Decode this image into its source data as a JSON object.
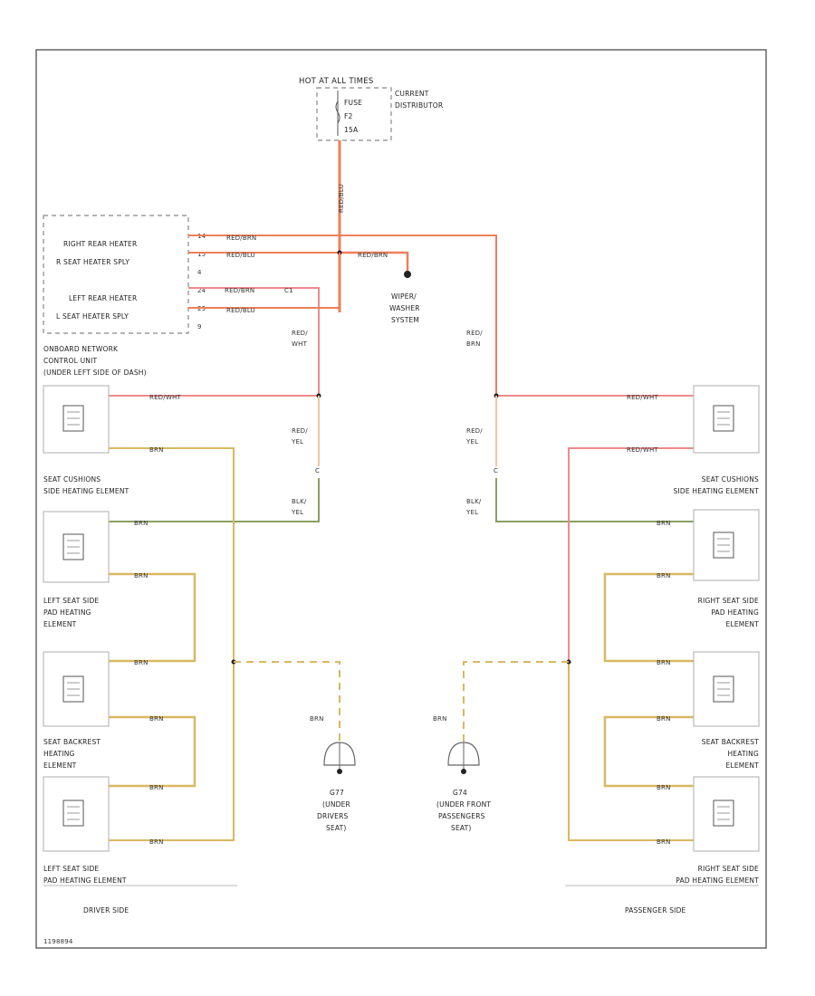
{
  "fuse_box": {
    "title": "HOT AT ALL TIMES",
    "fuse_line1": "FUSE",
    "fuse_line2": "F2",
    "fuse_line3": "15A",
    "side_label_line1": "CURRENT",
    "side_label_line2": "DISTRIBUTOR"
  },
  "control_unit": {
    "pin_labels": [
      "RIGHT REAR HEATER",
      "R SEAT HEATER SPLY",
      "LEFT REAR HEATER",
      "L SEAT HEATER SPLY"
    ],
    "pin_numbers": [
      "14",
      "15",
      "4",
      "24",
      "29",
      "9"
    ],
    "name_line1": "ONBOARD NETWORK",
    "name_line2": "CONTROL UNIT",
    "name_line3": "(UNDER LEFT SIDE OF DASH)"
  },
  "wiper": {
    "line1": "WIPER/",
    "line2": "WASHER",
    "line3": "SYSTEM"
  },
  "wires": {
    "fuse_feed": "RED/BLU",
    "red_brn": "RED/BRN",
    "red_blu": "RED/BLU",
    "red_wht": "RED/WHT",
    "red_yel": "RED/YEL",
    "blk_yel": "BLK/YEL",
    "brn": "BRN",
    "red_wht_v1": "RED/",
    "red_wht_v2": "WHT",
    "red_brn_v1": "RED/",
    "red_brn_v2": "BRN",
    "red_yel_v1": "RED/",
    "red_yel_v2": "YEL",
    "blk_yel_v1": "BLK/",
    "blk_yel_v2": "YEL"
  },
  "left_labels": {
    "cushion_1": "SEAT CUSHIONS",
    "cushion_2": "SIDE HEATING ELEMENT",
    "side_pad_1": "LEFT SEAT SIDE",
    "side_pad_2": "PAD HEATING",
    "side_pad_3": "ELEMENT",
    "backrest_1": "SEAT BACKREST",
    "backrest_2": "HEATING",
    "backrest_3": "ELEMENT",
    "bottom_1": "LEFT SEAT SIDE",
    "bottom_2": "PAD HEATING ELEMENT"
  },
  "right_labels": {
    "cushion_1": "SEAT CUSHIONS",
    "cushion_2": "SIDE HEATING ELEMENT",
    "side_pad_1": "RIGHT SEAT SIDE",
    "side_pad_2": "PAD HEATING",
    "side_pad_3": "ELEMENT",
    "backrest_1": "SEAT BACKREST",
    "backrest_2": "HEATING",
    "backrest_3": "ELEMENT",
    "bottom_1": "RIGHT SEAT SIDE",
    "bottom_2": "PAD HEATING ELEMENT"
  },
  "grounds": {
    "left_1": "G77",
    "left_2": "(UNDER",
    "left_3": "DRIVERS",
    "left_4": "SEAT)",
    "right_1": "G74",
    "right_2": "(UNDER FRONT",
    "right_3": "PASSENGERS",
    "right_4": "SEAT)"
  },
  "footer": {
    "driver_side": "DRIVER SIDE",
    "passenger_side": "PASSENGER SIDE",
    "figure_id": "1198894"
  },
  "colors": {
    "red_brn": "#ee7f5a",
    "red_wht": "#f08a8a",
    "red_yel": "#f6c5a0",
    "blk_yel": "#8aa060",
    "brn": "#d9b860",
    "dashed_ground": "#d9b860"
  }
}
